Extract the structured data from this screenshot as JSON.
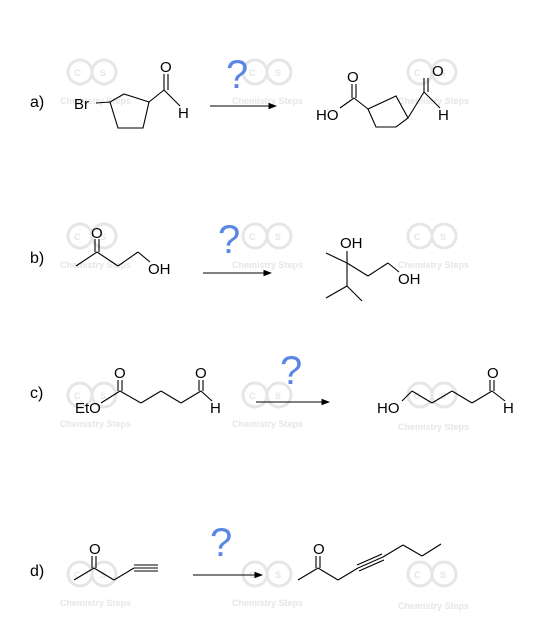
{
  "watermark": {
    "text": "Chemistry Steps",
    "letters": [
      "C",
      "S"
    ]
  },
  "question_mark": "?",
  "problems": [
    {
      "label": "a)",
      "start_atoms": [
        "Br",
        "O",
        "H"
      ],
      "product_atoms": [
        "O",
        "HO",
        "O",
        "H"
      ]
    },
    {
      "label": "b)",
      "start_atoms": [
        "O",
        "OH"
      ],
      "product_atoms": [
        "OH",
        "OH"
      ]
    },
    {
      "label": "c)",
      "start_atoms": [
        "O",
        "O",
        "EtO",
        "H"
      ],
      "product_atoms": [
        "O",
        "HO",
        "H"
      ]
    },
    {
      "label": "d)",
      "start_atoms": [
        "O"
      ],
      "product_atoms": [
        "O"
      ]
    }
  ],
  "colors": {
    "question": "#5b86e5",
    "watermark": "#e6e6e6",
    "ink": "#000000"
  }
}
